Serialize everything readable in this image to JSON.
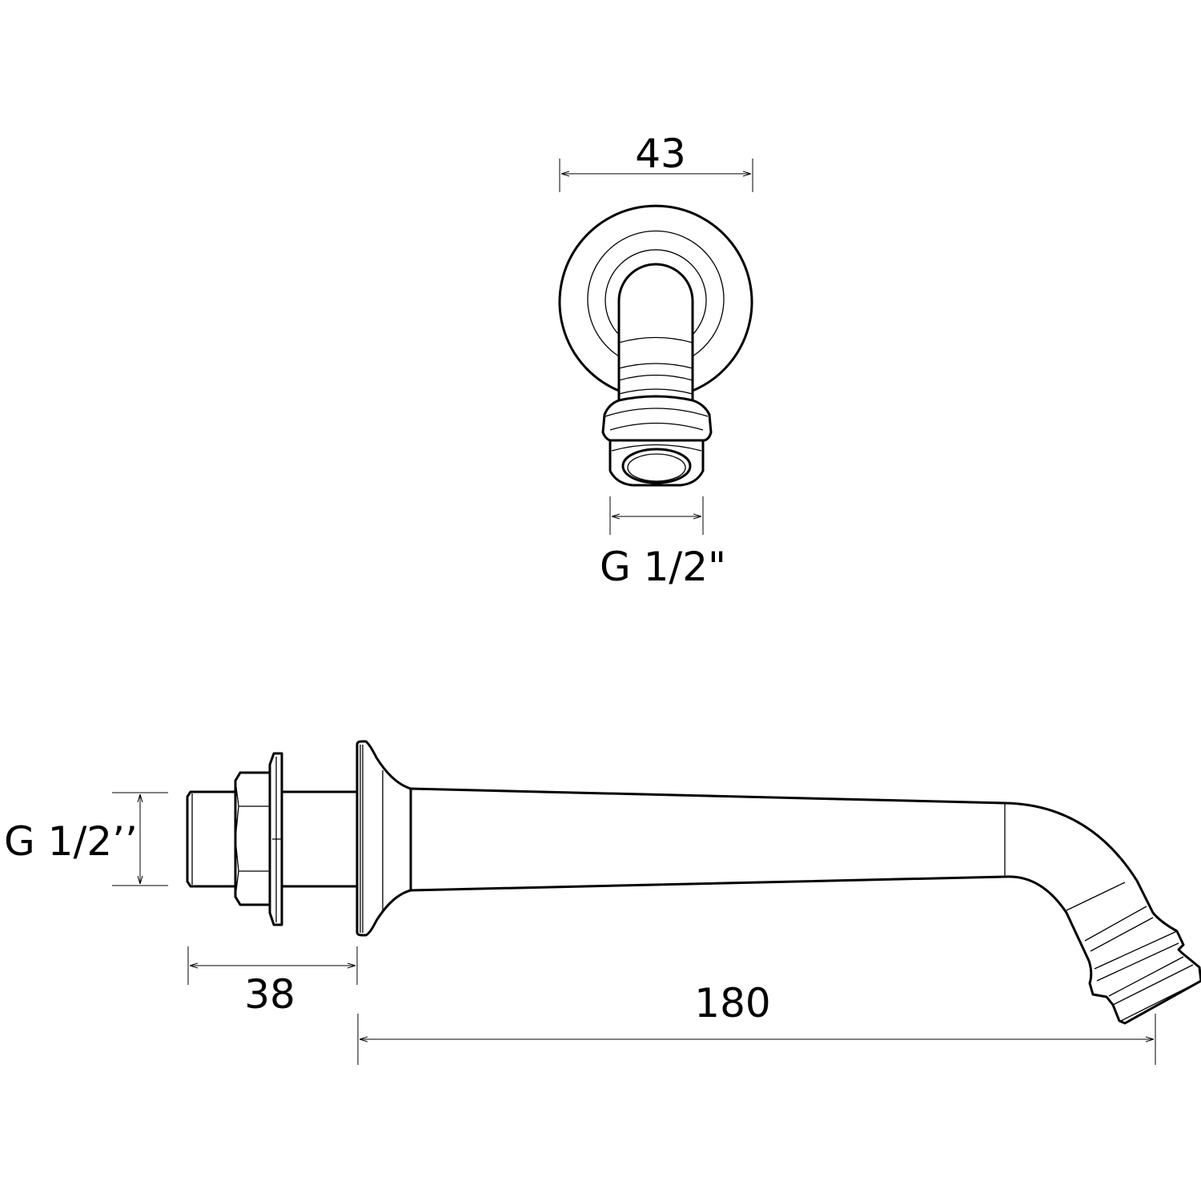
{
  "top_view": {
    "width_dim": "43",
    "thread_dim": "G 1/2\""
  },
  "side_view": {
    "thread_dim": "G 1/2’’",
    "depth_dim": "38",
    "projection_dim": "180"
  }
}
